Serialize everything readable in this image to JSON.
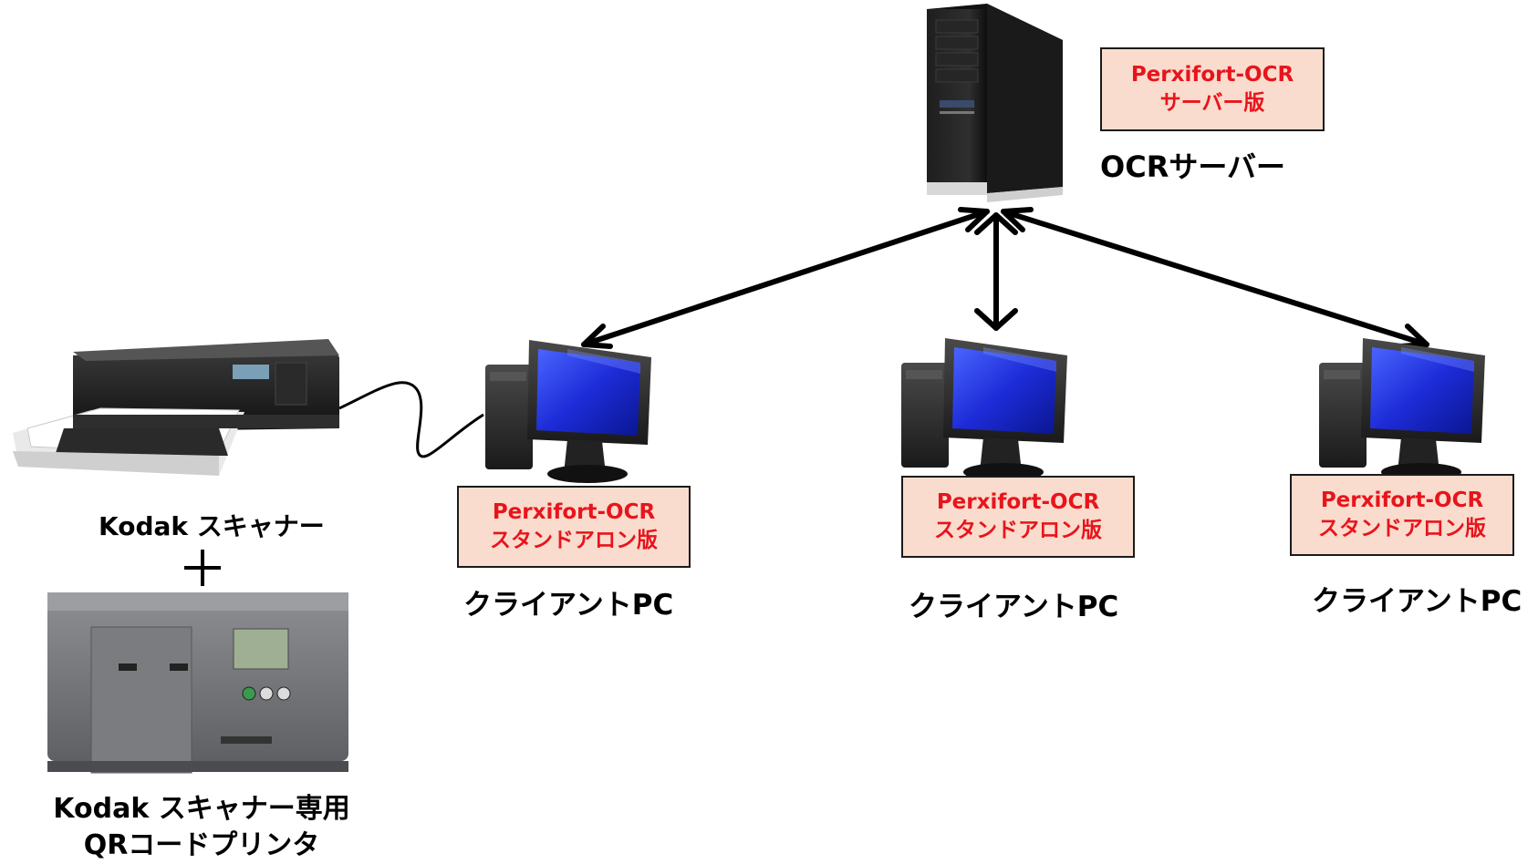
{
  "server": {
    "software_label_line1": "Perxifort-OCR",
    "software_label_line2": "サーバー版",
    "caption": "OCRサーバー"
  },
  "clients": [
    {
      "software_label_line1": "Perxifort-OCR",
      "software_label_line2": "スタンドアロン版",
      "caption": "クライアントPC"
    },
    {
      "software_label_line1": "Perxifort-OCR",
      "software_label_line2": "スタンドアロン版",
      "caption": "クライアントPC"
    },
    {
      "software_label_line1": "Perxifort-OCR",
      "software_label_line2": "スタンドアロン版",
      "caption": "クライアントPC"
    }
  ],
  "scanner": {
    "caption": "Kodak スキャナー"
  },
  "combine_symbol": "+",
  "printer": {
    "caption_line1": "Kodak スキャナー専用",
    "caption_line2": "QRコードプリンタ"
  },
  "colors": {
    "label_fill": "#f9dccd",
    "label_text": "#e8141c",
    "monitor_screen": "#1d2cd8",
    "arrow": "#000000"
  },
  "icons": [
    "tower-server-icon",
    "desktop-pc-icon",
    "document-scanner-icon",
    "qr-code-printer-icon"
  ]
}
